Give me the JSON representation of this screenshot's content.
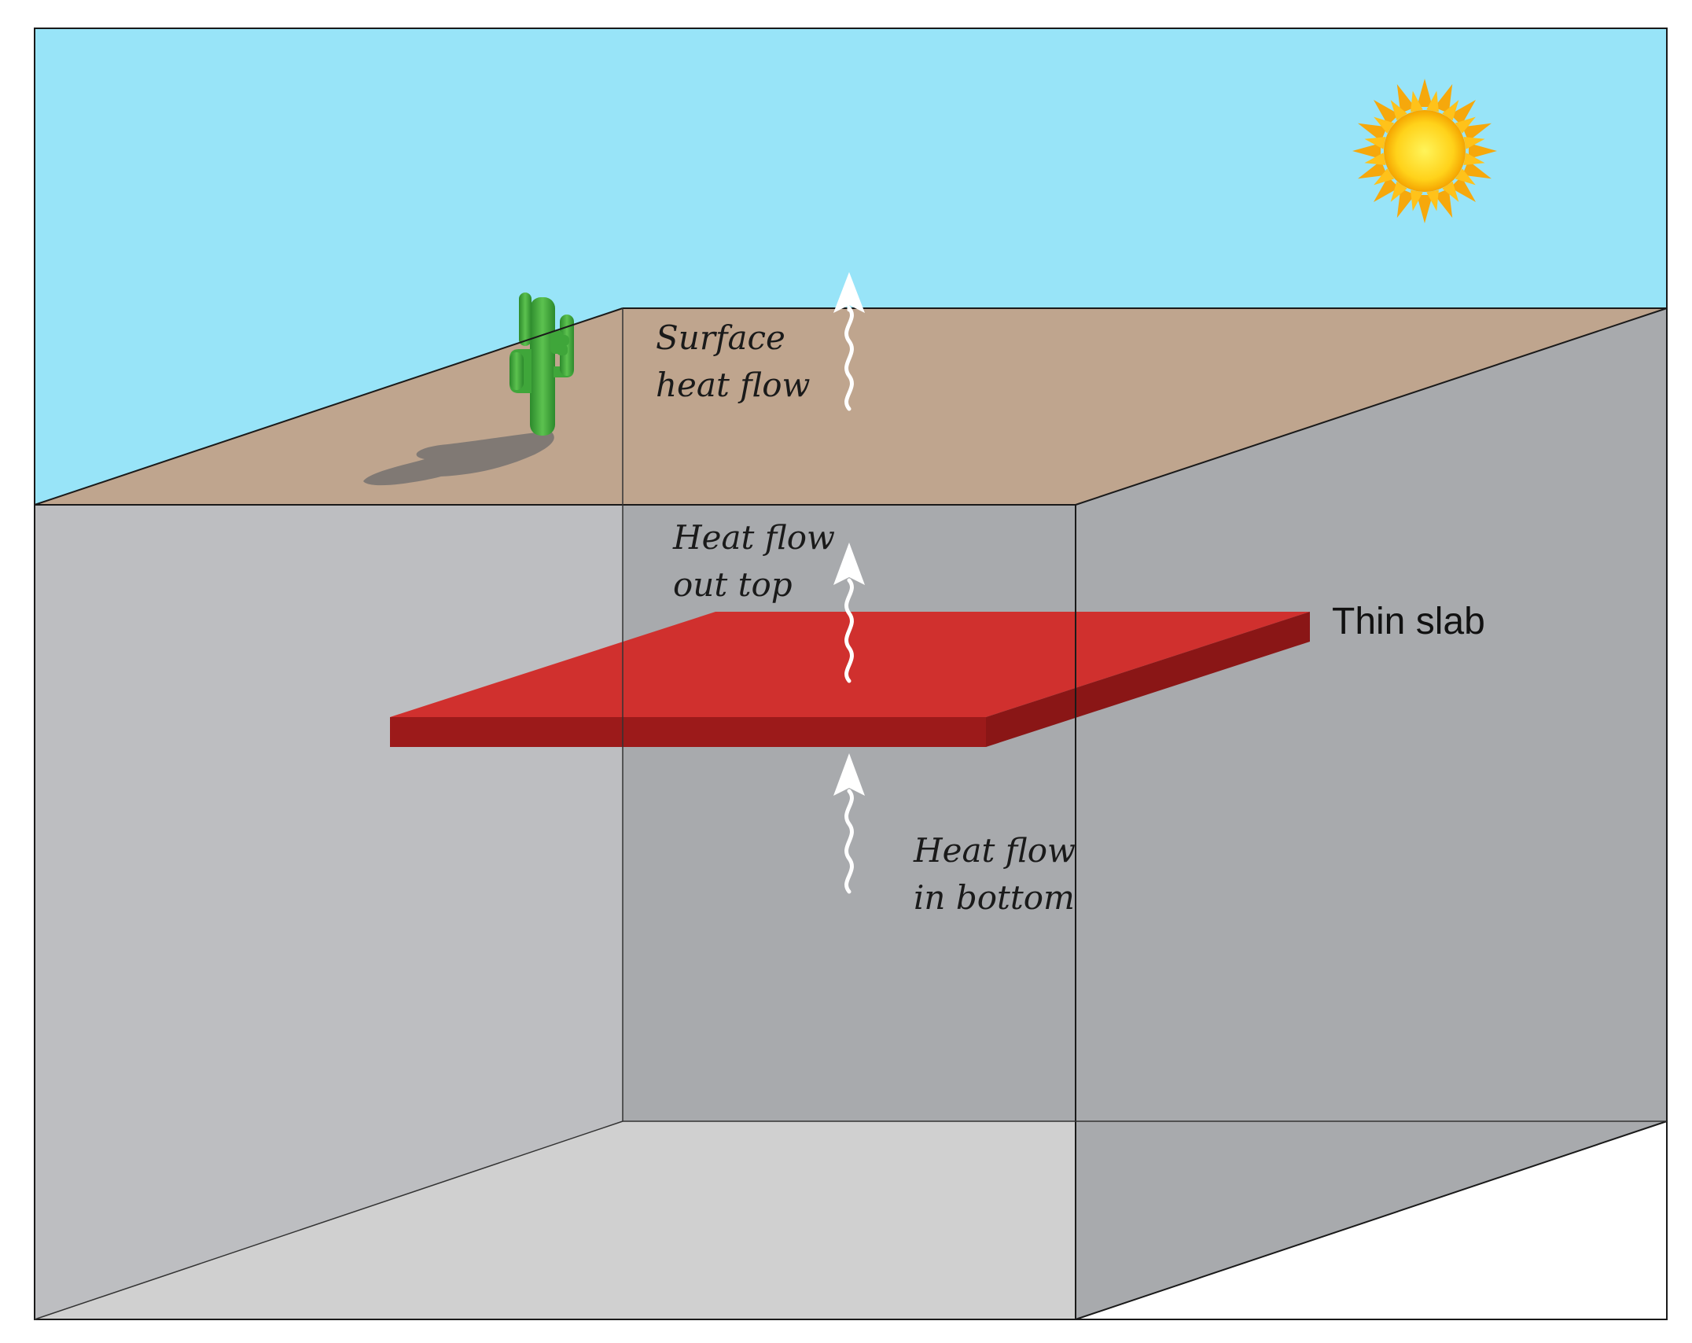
{
  "labels": {
    "surface_line1": "Surface",
    "surface_line2": "heat flow",
    "top_line1": "Heat flow",
    "top_line2": "out top",
    "bottom_line1": "Heat flow",
    "bottom_line2": "in bottom",
    "slab": "Thin slab"
  },
  "colors": {
    "sky": "#98e4f8",
    "ground_surface": "#bfa58e",
    "left_wall": "#bdbec1",
    "back_wall": "#a8aaad",
    "right_wall": "#a8aaad",
    "floor": "#d0d0d0",
    "slab_top": "#d0302e",
    "slab_edge": "#9c1a1a",
    "sun": "#ffd21a",
    "cactus": "#3fa63a",
    "arrow": "#ffffff"
  },
  "icons": {
    "sun": "sun-icon",
    "cactus": "cactus-icon",
    "arrows": "wavy-up-arrow-icon"
  }
}
